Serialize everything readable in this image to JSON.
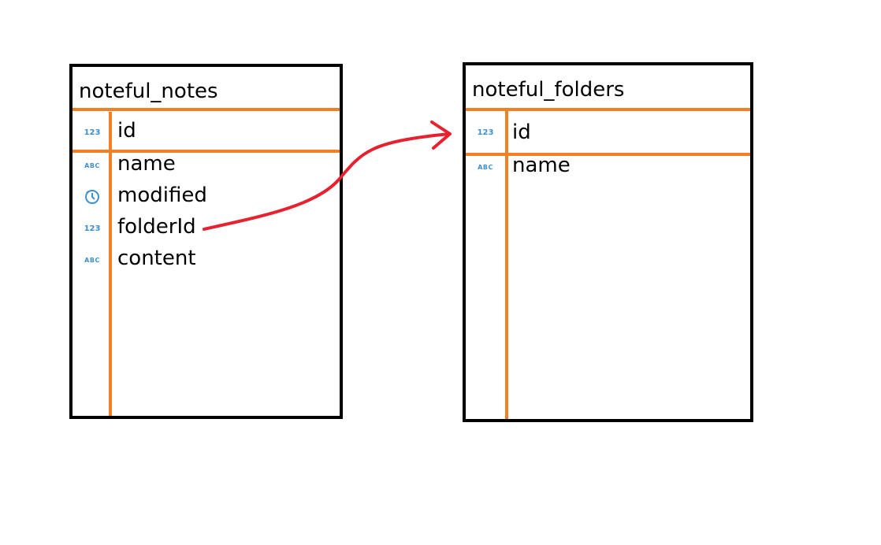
{
  "tables": [
    {
      "name": "noteful_notes",
      "primary_key": {
        "type": "123",
        "name": "id"
      },
      "fields": [
        {
          "type": "ABC",
          "name": "name"
        },
        {
          "type": "clock",
          "name": "modified"
        },
        {
          "type": "123",
          "name": "folderId"
        },
        {
          "type": "ABC",
          "name": "content"
        }
      ]
    },
    {
      "name": "noteful_folders",
      "primary_key": {
        "type": "123",
        "name": "id"
      },
      "fields": [
        {
          "type": "ABC",
          "name": "name"
        }
      ]
    }
  ],
  "relation": {
    "from": "noteful_notes.folderId",
    "to": "noteful_folders.id"
  },
  "colors": {
    "border": "#000000",
    "divider": "#f07f25",
    "relation_arrow": "#e8212f",
    "type_icon": "#3b8fd1"
  },
  "icons": {
    "numeric": "123",
    "text": "ABC",
    "timestamp": "clock-icon"
  }
}
